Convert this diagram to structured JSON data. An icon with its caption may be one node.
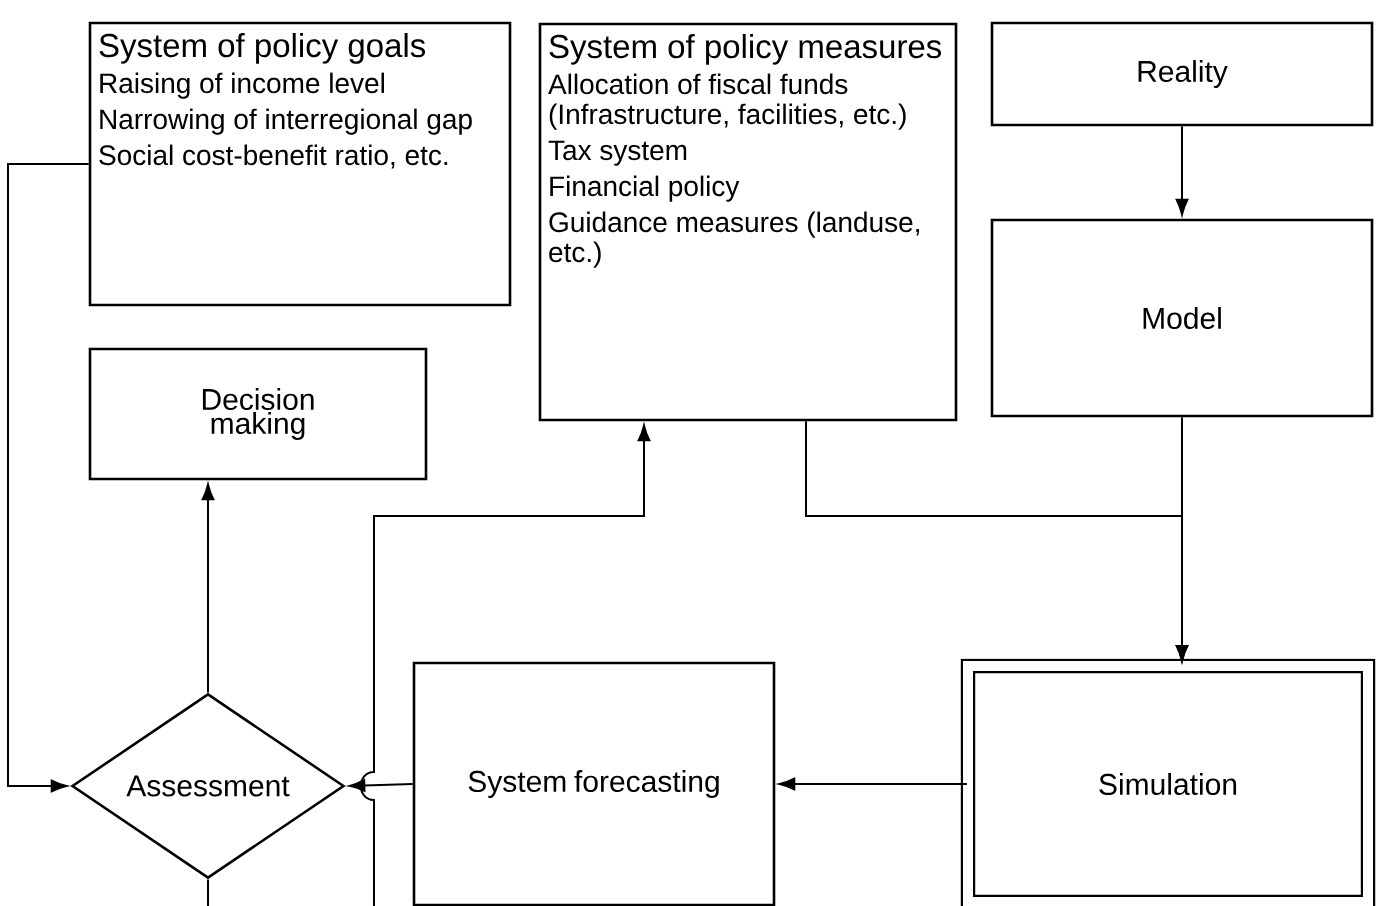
{
  "diagram": {
    "nodes": [
      {
        "text": [
          "System of policy goals",
          "Raising of income level",
          "Narrowing of interregional gap",
          "Social cost-benefit ratio, etc."
        ]
      },
      {
        "text": [
          "System of policy measures",
          "Allocation of fiscal funds (Infrastructure, facilities, etc.)",
          "Tax system",
          "Financial policy",
          "Guidance measures (landuse, etc.)"
        ]
      },
      {
        "text": [
          "Reality"
        ]
      },
      {
        "text": [
          "Model"
        ]
      },
      {
        "text": [
          "Decision making"
        ]
      },
      {
        "text": [
          "Assessment"
        ]
      },
      {
        "text": [
          "System forecasting"
        ]
      },
      {
        "text": [
          "Simulation"
        ]
      }
    ],
    "edges": [
      {
        "from": 2,
        "to": 3,
        "arrow": "to"
      },
      {
        "from": 3,
        "to": 7,
        "arrow": "to"
      },
      {
        "from": 1,
        "to": 7,
        "arrow": "to"
      },
      {
        "from": 7,
        "to": 6,
        "arrow": "to"
      },
      {
        "from": 6,
        "to": 5,
        "arrow": "to"
      },
      {
        "from": null,
        "to": 1,
        "arrow": "to"
      },
      {
        "from": 5,
        "to": 4,
        "arrow": "to"
      },
      {
        "from": 5,
        "to": null,
        "arrow": "none"
      },
      {
        "from": 0,
        "to": 5,
        "arrow": "to"
      }
    ]
  }
}
